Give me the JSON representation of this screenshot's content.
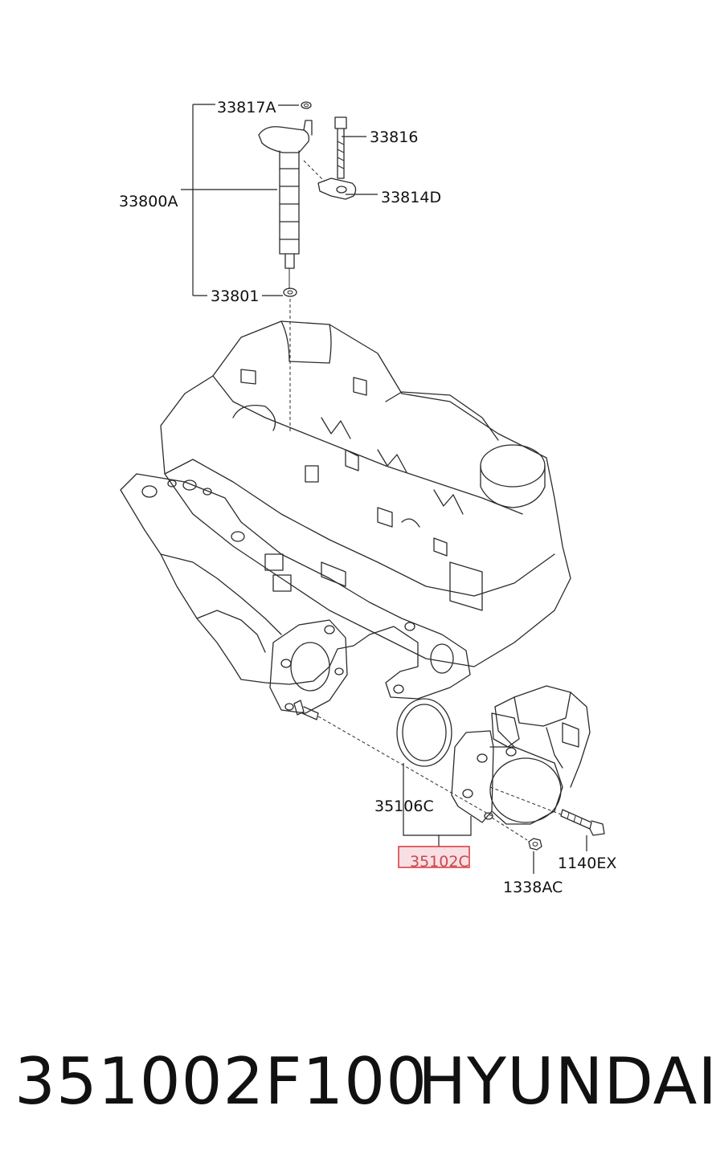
{
  "callouts": {
    "c33817A": "33817A",
    "c33816": "33816",
    "c33800A": "33800A",
    "c33814D": "33814D",
    "c33801": "33801",
    "c35106C": "35106C",
    "c35102C": "35102C",
    "c1140EX": "1140EX",
    "c1338AC": "1338AC"
  },
  "highlight": {
    "part": "35102C",
    "color": "#d9353d",
    "fill": "#f8dfe3"
  },
  "footer": {
    "part_number": "351002F100",
    "brand": "HYUNDAI"
  }
}
